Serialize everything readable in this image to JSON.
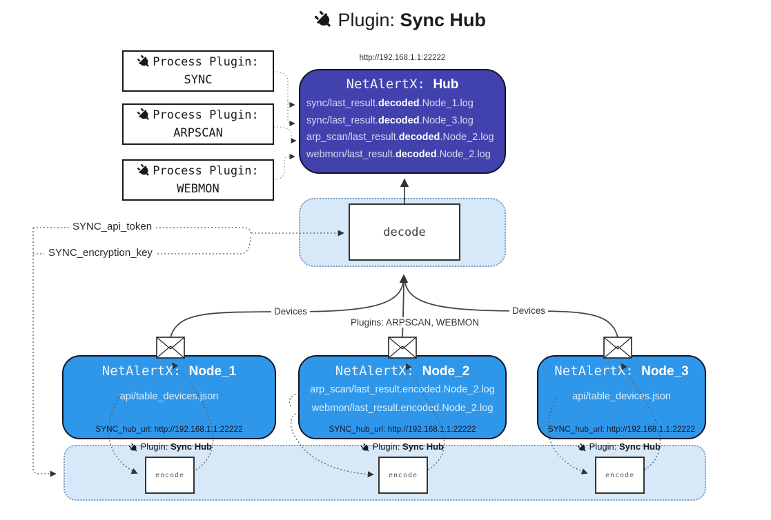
{
  "title": {
    "prefix": "Plugin: ",
    "bold": "Sync Hub"
  },
  "hub": {
    "url": "http://192.168.1.1:22222",
    "name_prefix": "NetAlertX: ",
    "name_bold": "Hub",
    "logs": [
      {
        "pre": "sync/last_result.",
        "bold": "decoded",
        "post": ".Node_1.log"
      },
      {
        "pre": "sync/last_result.",
        "bold": "decoded",
        "post": ".Node_3.log"
      },
      {
        "pre": "arp_scan/last_result.",
        "bold": "decoded",
        "post": ".Node_2.log"
      },
      {
        "pre": "webmon/last_result.",
        "bold": "decoded",
        "post": ".Node_2.log"
      }
    ]
  },
  "process_plugins": [
    {
      "label": "Process Plugin:",
      "name": "SYNC"
    },
    {
      "label": "Process Plugin:",
      "name": "ARPSCAN"
    },
    {
      "label": "Process Plugin:",
      "name": "WEBMON"
    }
  ],
  "decode_label": "decode",
  "config_keys": {
    "api_token": "SYNC_api_token",
    "encryption_key": "SYNC_encryption_key"
  },
  "edge_labels": {
    "devices_left": "Devices",
    "plugins_center": "Plugins: ARPSCAN, WEBMON",
    "devices_right": "Devices"
  },
  "nodes": [
    {
      "name_prefix": "NetAlertX: ",
      "name_bold": "Node_1",
      "files": [
        "api/table_devices.json"
      ],
      "hub_url": "SYNC_hub_url: http://192.168.1.1:22222"
    },
    {
      "name_prefix": "NetAlertX: ",
      "name_bold": "Node_2",
      "files": [
        "arp_scan/last_result.encoded.Node_2.log",
        "webmon/last_result.encoded.Node_2.log"
      ],
      "hub_url": "SYNC_hub_url: http://192.168.1.1:22222"
    },
    {
      "name_prefix": "NetAlertX: ",
      "name_bold": "Node_3",
      "files": [
        "api/table_devices.json"
      ],
      "hub_url": "SYNC_hub_url: http://192.168.1.1:22222"
    }
  ],
  "encoders": [
    {
      "label_prefix": "Plugin: ",
      "label_bold": "Sync Hub",
      "box_label": "encode"
    },
    {
      "label_prefix": "Plugin: ",
      "label_bold": "Sync Hub",
      "box_label": "encode"
    },
    {
      "label_prefix": "Plugin: ",
      "label_bold": "Sync Hub",
      "box_label": "encode"
    }
  ],
  "colors": {
    "hub_fill": "#4242ae",
    "node_fill": "#2e97ea",
    "panel_fill": "#d7e8f9",
    "panel_border": "#7d9cbf",
    "wire": "#444444",
    "text_light": "#e8e8f4",
    "text_dark": "#222222"
  }
}
